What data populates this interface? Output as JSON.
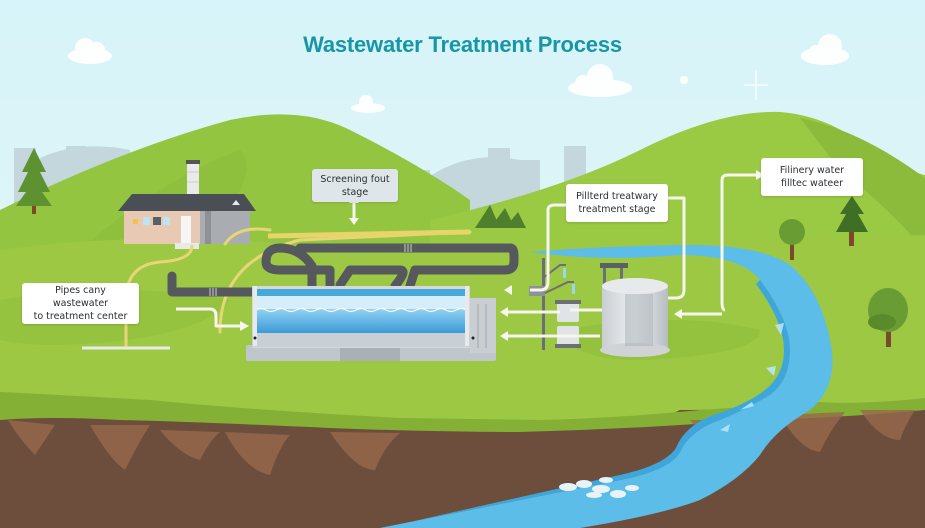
{
  "title": "Wastewater Treatment Process",
  "labels": {
    "pipes": {
      "line1": "Pipes cany wastewater",
      "line2": "to treatment center"
    },
    "screening": {
      "line1": "Screening fout",
      "line2": "stage"
    },
    "filtered": {
      "line1": "Pillterd treatwary",
      "line2": "treatment stage"
    },
    "filinery": {
      "line1": "Filinery water",
      "line2": "filltec wateer"
    }
  },
  "colors": {
    "title": "#1896a6",
    "sky": "#d8f3f8",
    "grass": "#9cc843",
    "grass_dark": "#7fae34",
    "soil": "#6e4e3c",
    "soil_light": "#98694c",
    "river": "#5bbde8",
    "pipe": "#55585c",
    "tank_water": "#4aa8e0"
  },
  "stages": [
    "house",
    "pipes-to-treatment",
    "screening-stage",
    "settling-tank",
    "pump-station",
    "storage-tank",
    "river-outflow"
  ]
}
